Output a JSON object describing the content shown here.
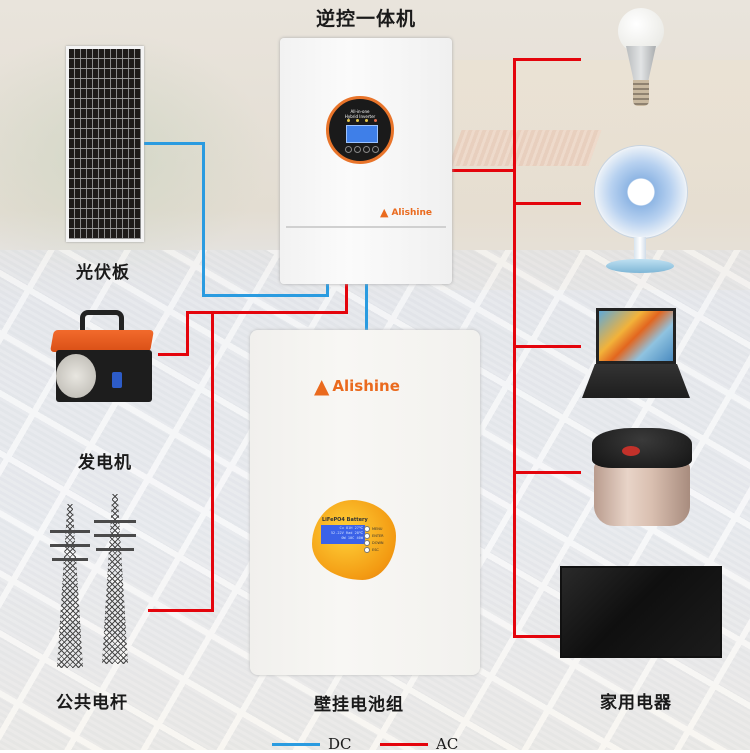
{
  "title": "逆控一体机",
  "nodes": {
    "solar_panel": {
      "label": "光伏板"
    },
    "generator": {
      "label": "发电机"
    },
    "utility_grid": {
      "label": "公共电杆"
    },
    "inverter": {
      "label": "逆控一体机",
      "display_title_line1": "All-in-one",
      "display_title_line2": "Hybrid Inverter",
      "brand": "Alishine"
    },
    "battery": {
      "label": "壁挂电池组",
      "brand": "Alishine",
      "panel_title": "LiFePO4 Battery",
      "lcd_lines": [
        "Cu 81H 27℃",
        "52.22V Rad 28℃",
        "0W 10C 40W"
      ],
      "keys": [
        "MENU",
        "ENTER",
        "DOWN",
        "ESC"
      ]
    },
    "appliances": {
      "label": "家用电器",
      "items": [
        "light-bulb",
        "desk-fan",
        "laptop",
        "rice-cooker",
        "television"
      ]
    }
  },
  "legend": {
    "dc": {
      "label": "DC",
      "color": "#2a9be0"
    },
    "ac": {
      "label": "AC",
      "color": "#e4040c"
    }
  },
  "colors": {
    "dc_wire": "#2a9be0",
    "ac_wire": "#e4040c",
    "brand_orange": "#ea6a1e"
  }
}
